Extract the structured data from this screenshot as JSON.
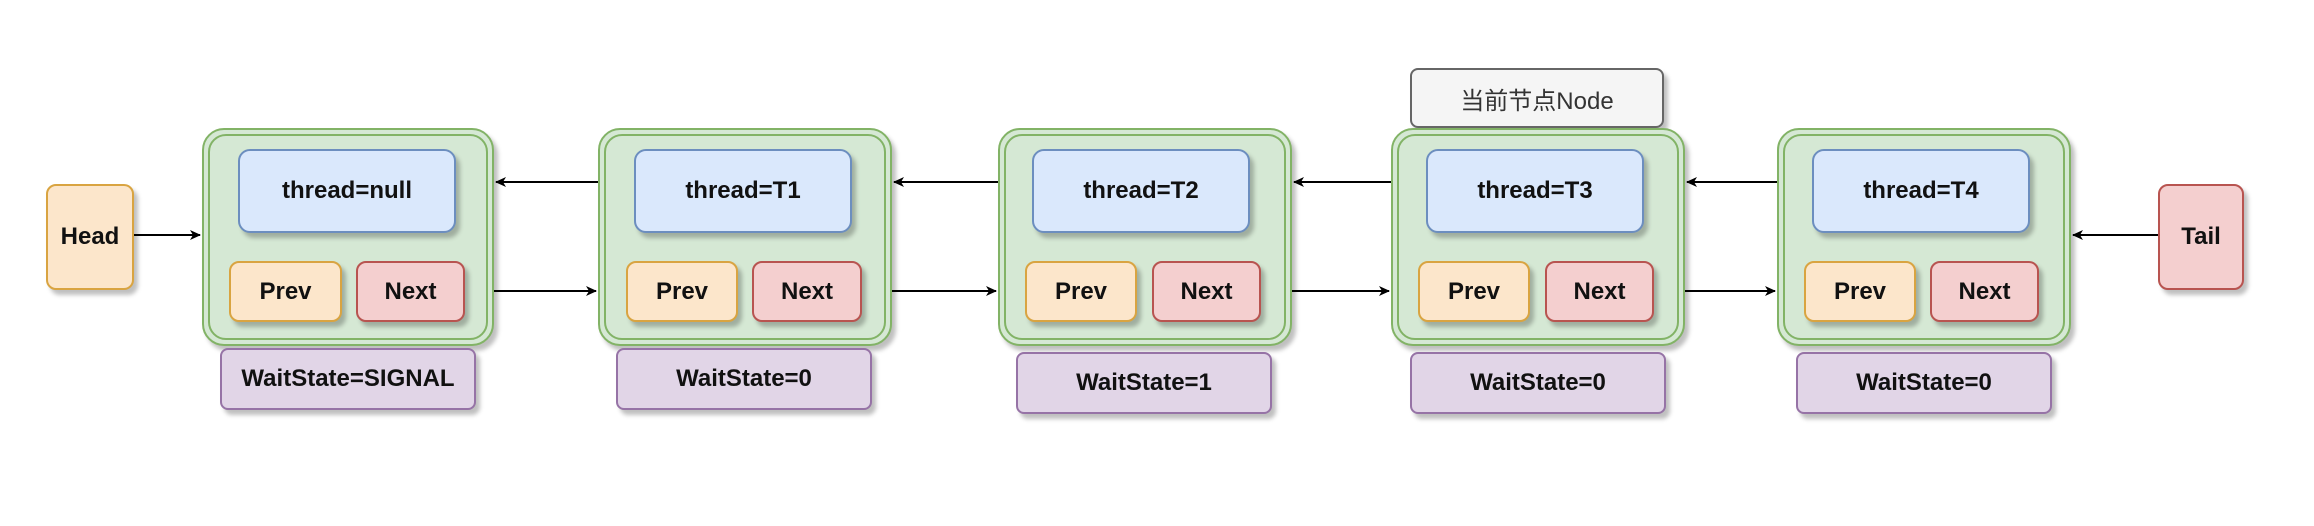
{
  "head_label": "Head",
  "tail_label": "Tail",
  "current_node_label": "当前节点Node",
  "nodes": [
    {
      "thread": "thread=null",
      "prev": "Prev",
      "next": "Next",
      "wait_state": "WaitState=SIGNAL"
    },
    {
      "thread": "thread=T1",
      "prev": "Prev",
      "next": "Next",
      "wait_state": "WaitState=0"
    },
    {
      "thread": "thread=T2",
      "prev": "Prev",
      "next": "Next",
      "wait_state": "WaitState=1"
    },
    {
      "thread": "thread=T3",
      "prev": "Prev",
      "next": "Next",
      "wait_state": "WaitState=0"
    },
    {
      "thread": "thread=T4",
      "prev": "Prev",
      "next": "Next",
      "wait_state": "WaitState=0"
    }
  ],
  "colors": {
    "node_fill": "#d5e8d4",
    "node_border": "#82b366",
    "thread_fill": "#dae8fc",
    "prev_fill": "#fce6cb",
    "next_fill": "#f4cfcf",
    "wait_fill": "#e1d5e7",
    "label_fill": "#f5f5f5",
    "arrow": "#000000"
  }
}
